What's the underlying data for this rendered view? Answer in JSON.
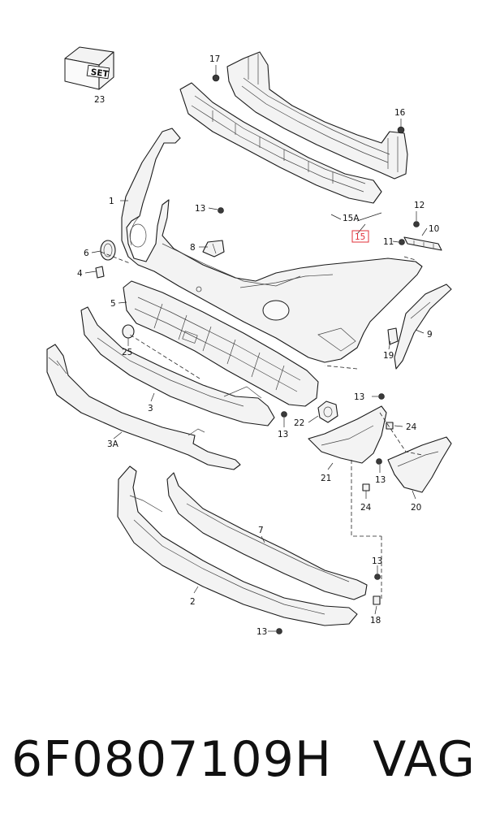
{
  "diagram": {
    "callouts": [
      "1",
      "2",
      "3",
      "3A",
      "4",
      "5",
      "6",
      "7",
      "8",
      "9",
      "10",
      "11",
      "12",
      "13",
      "15A",
      "15",
      "16",
      "17",
      "18",
      "19",
      "20",
      "21",
      "22",
      "23",
      "24",
      "25"
    ],
    "highlight_color": "#e0303a",
    "set_label": "SET"
  },
  "footer": {
    "part_number": "6F0807109H",
    "brand": "VAG"
  }
}
